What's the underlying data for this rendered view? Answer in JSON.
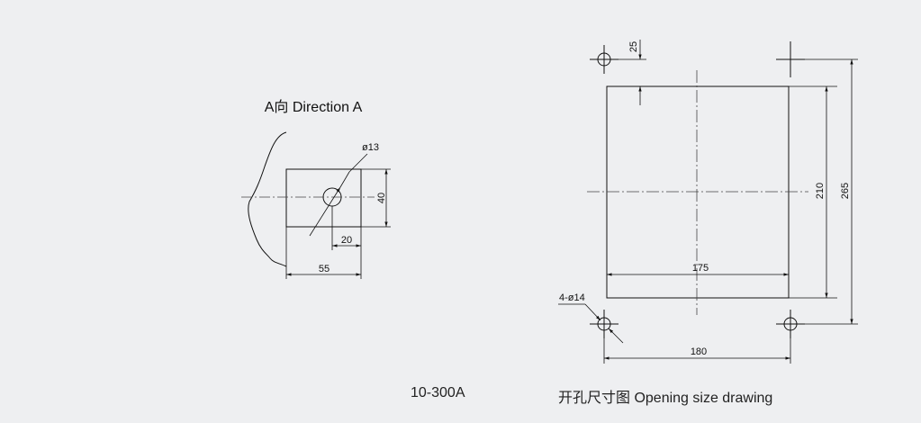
{
  "view_a": {
    "title": "A向 Direction A",
    "dims": {
      "hole_dia": "ø13",
      "height": "40",
      "hole_offset": "20",
      "width": "55"
    }
  },
  "opening": {
    "dims": {
      "top_offset": "25",
      "inner_height": "210",
      "outer_height": "265",
      "inner_width": "175",
      "outer_width": "180",
      "holes": "4-ø14"
    }
  },
  "captions": {
    "model": "10-300A",
    "opening_drawing": "开孔尺寸图 Opening size drawing"
  }
}
